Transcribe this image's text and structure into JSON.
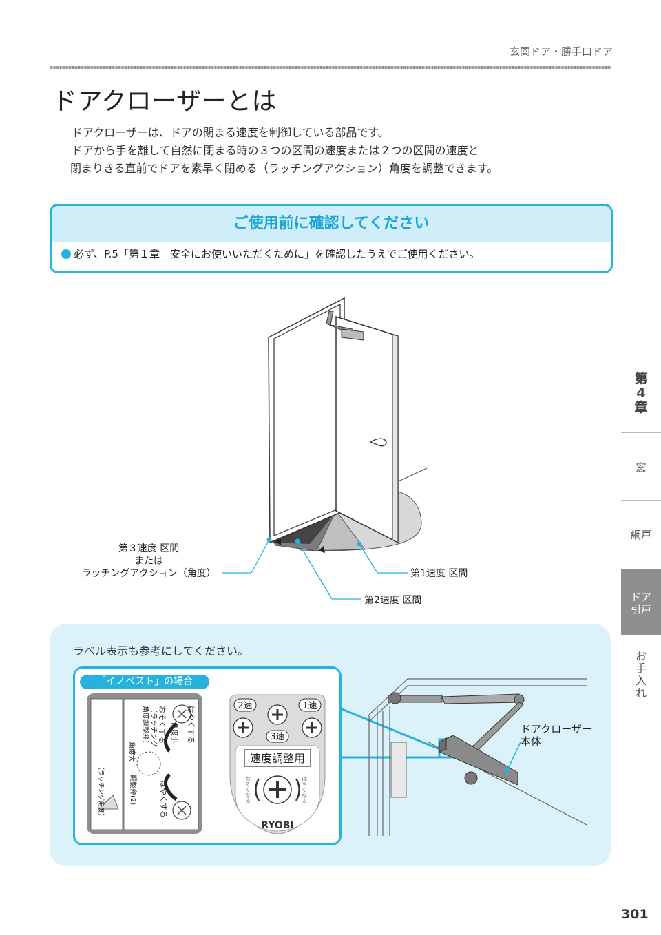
{
  "header": {
    "category": "玄関ドア・勝手口ドア"
  },
  "page_title": "ドアクローザーとは",
  "intro": [
    "ドアクローザーは、ドアの閉まる速度を制御している部品です。",
    "ドアから手を離して自然に閉まる時の３つの区間の速度または２つの区間の速度と",
    "閉まりきる直前でドアを素早く閉める（ラッチングアクション）角度を調整できます。"
  ],
  "notice": {
    "title": "ご使用前に確認してください",
    "body": "必ず、P.5「第１章　安全にお使いいただくために」を確認したうえでご使用ください。"
  },
  "door_figure": {
    "label_speed3": [
      "第３速度 区間",
      "または",
      "ラッチングアクション（角度）"
    ],
    "label_speed1": "第1速度 区間",
    "label_speed2": "第2速度 区間"
  },
  "side_tabs": {
    "chapter": [
      "第",
      "4",
      "章"
    ],
    "window": "窓",
    "screen": "網戸",
    "door": [
      "ドア",
      "引戸"
    ],
    "care": [
      "お",
      "手",
      "入",
      "れ"
    ]
  },
  "label_panel": {
    "intro": "ラベル表示も参考にしてください。",
    "case_tag": "「イノベスト」の場合",
    "label_a": {
      "slow": "おそくする",
      "latching": "（ラッチング",
      "angle_valve": "角度調整弁）",
      "angle_small": "角度小",
      "angle_large": "角度大",
      "fast": "はやくする",
      "fast2": "はやくする",
      "valve2": "調整弁(2)",
      "latching_angle": "（ラッチング角度）"
    },
    "label_b": {
      "speed2": "2速",
      "speed1": "1速",
      "speed3": "3速",
      "title": "速度調整用",
      "slow_side": "おそくなる",
      "fast_side": "はやくなる",
      "brand": "RYOBI"
    },
    "closer_body": [
      "ドアクローザー",
      "本体"
    ]
  },
  "page_number": "301",
  "colors": {
    "accent": "#25b3de",
    "accent_light": "#dcf2fb",
    "tab_active": "#8f8f8f"
  }
}
